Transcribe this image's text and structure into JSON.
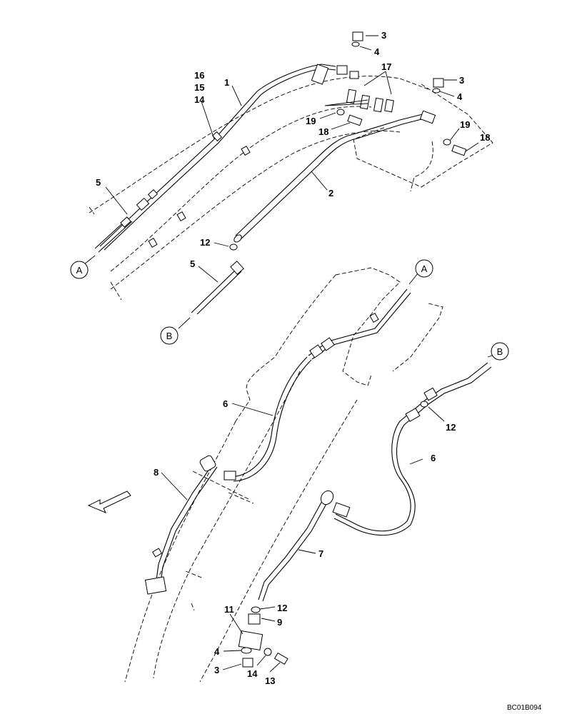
{
  "figure_code": "BC01B094",
  "connectors": {
    "a": "A",
    "b": "B"
  },
  "part_labels": {
    "p1": "1",
    "p2": "2",
    "p3a": "3",
    "p3b": "3",
    "p3c": "3",
    "p4a": "4",
    "p4b": "4",
    "p4c": "4",
    "p5a": "5",
    "p5b": "5",
    "p6a": "6",
    "p6b": "6",
    "p7": "7",
    "p8": "8",
    "p9": "9",
    "p11": "11",
    "p12a": "12",
    "p12b": "12",
    "p12c": "12",
    "p13": "13",
    "p14a": "14",
    "p14b": "14",
    "p15": "15",
    "p16": "16",
    "p17": "17",
    "p18a": "18",
    "p18b": "18",
    "p19a": "19",
    "p19b": "19"
  }
}
